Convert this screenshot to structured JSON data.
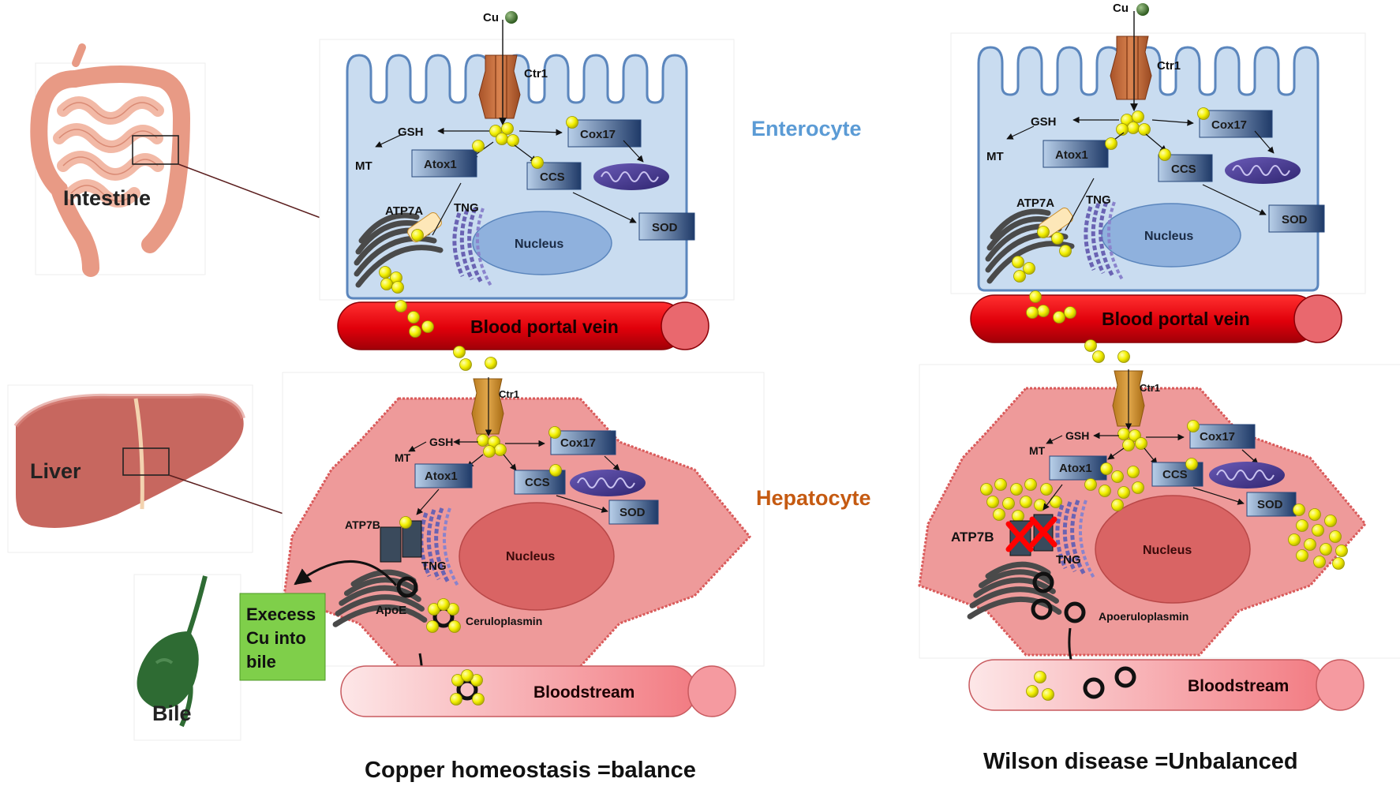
{
  "copper": "Cu",
  "organs": {
    "intestine": "Intestine",
    "liver": "Liver",
    "bile": "Bile"
  },
  "cells": {
    "enterocyte": "Enterocyte",
    "hepatocyte": "Hepatocyte"
  },
  "labels": {
    "ctr1": "Ctr1",
    "gsh": "GSH",
    "mt": "MT",
    "atox1": "Atox1",
    "cox17": "Cox17",
    "ccs": "CCS",
    "sod": "SOD",
    "atp7a": "ATP7A",
    "atp7b": "ATP7B",
    "tng": "TNG",
    "nucleus": "Nucleus",
    "apoe": "ApoE",
    "ceruloplasmin": "Ceruloplasmin",
    "apoceruloplasmin": "Apoeruloplasmin",
    "portal_vein": "Blood portal vein",
    "bloodstream": "Bloodstream"
  },
  "excess_box": {
    "line1": "Execess",
    "line2": "Cu into",
    "line3": "bile"
  },
  "captions": {
    "left": "Copper homeostasis =balance",
    "right": "Wilson disease =Unbalanced"
  },
  "colors": {
    "enterocyte_fill": "#c9dcf0",
    "enterocyte_title": "#5b9bd5",
    "hepatocyte_fill": "#ee9a9a",
    "hepatocyte_title": "#c55a11",
    "copper_atom": "#f3f000",
    "portal_vein": "#e8000b",
    "bloodstream": "#f8c7c9",
    "excess_box": "#7fcf4a",
    "block_mark": "#ff0000"
  }
}
